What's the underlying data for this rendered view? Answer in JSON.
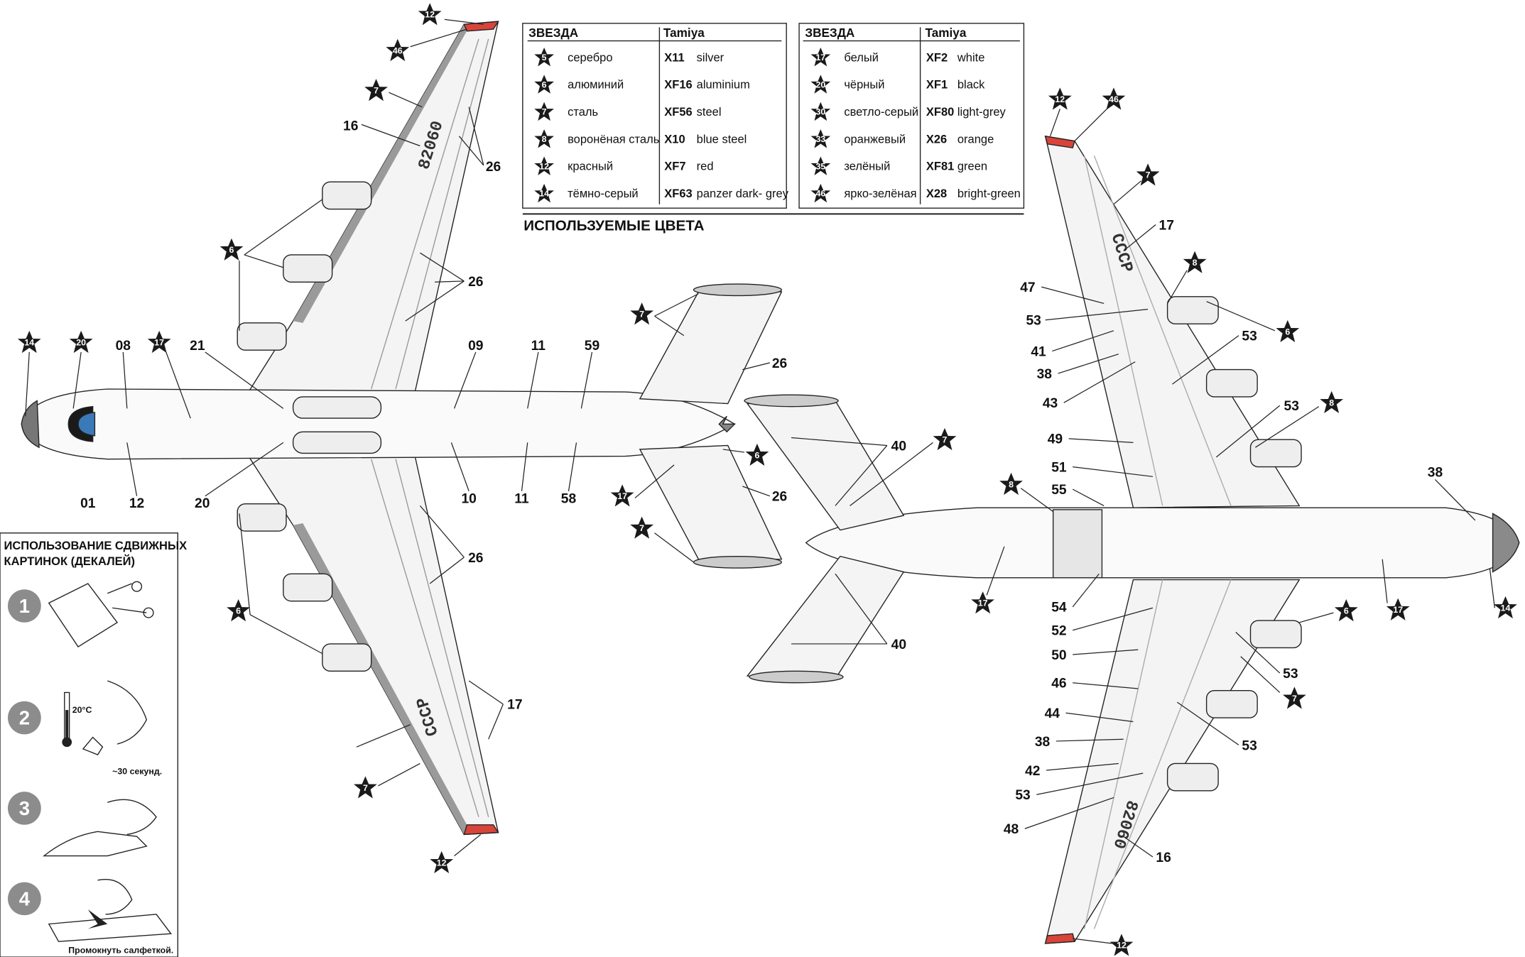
{
  "color_table_1": {
    "header_brand": "ЗВЕЗДА",
    "header_alt": "Tamiya",
    "rows": [
      {
        "num": "5",
        "name": "серебро",
        "code": "X11",
        "alt": "silver"
      },
      {
        "num": "6",
        "name": "алюминий",
        "code": "XF16",
        "alt": "aluminium"
      },
      {
        "num": "7",
        "name": "сталь",
        "code": "XF56",
        "alt": "steel"
      },
      {
        "num": "8",
        "name": "воронёная сталь",
        "code": "X10",
        "alt": "blue steel"
      },
      {
        "num": "12",
        "name": "красный",
        "code": "XF7",
        "alt": "red"
      },
      {
        "num": "14",
        "name": "тёмно-серый",
        "code": "XF63",
        "alt": "panzer dark- grey"
      }
    ]
  },
  "color_table_2": {
    "header_brand": "ЗВЕЗДА",
    "header_alt": "Tamiya",
    "rows": [
      {
        "num": "17",
        "name": "белый",
        "code": "XF2",
        "alt": "white"
      },
      {
        "num": "20",
        "name": "чёрный",
        "code": "XF1",
        "alt": "black"
      },
      {
        "num": "30",
        "name": "светло-серый",
        "code": "XF80",
        "alt": "light-grey"
      },
      {
        "num": "33",
        "name": "оранжевый",
        "code": "X26",
        "alt": "orange"
      },
      {
        "num": "35",
        "name": "зелёный",
        "code": "XF81",
        "alt": "green"
      },
      {
        "num": "46",
        "name": "ярко-зелёная",
        "code": "X28",
        "alt": "bright-green"
      }
    ]
  },
  "colors_caption": "ИСПОЛЬЗУЕМЫЕ ЦВЕТА",
  "decal_box": {
    "title_line1": "ИСПОЛЬЗОВАНИЕ СДВИЖНЫХ",
    "title_line2": "КАРТИНОК (ДЕКАЛЕЙ)",
    "steps": [
      "1",
      "2",
      "3",
      "4"
    ],
    "temp_note": "20°C",
    "time_note": "~30 секунд.",
    "blot_note": "Промокнуть салфеткой."
  },
  "registrations": {
    "top_wing_upper": "82060",
    "top_wing_lower": "СССР",
    "bottom_wing_upper": "СССР",
    "bottom_wing_lower": "82060"
  },
  "callouts_top_view": {
    "stars": [
      "12",
      "46",
      "7",
      "6",
      "14",
      "20",
      "17",
      "6",
      "7",
      "12",
      "7",
      "6",
      "17",
      "7"
    ],
    "numbers": [
      "16",
      "26",
      "26",
      "08",
      "21",
      "09",
      "11",
      "59",
      "01",
      "12",
      "20",
      "10",
      "11",
      "58",
      "26",
      "26",
      "26",
      "17"
    ]
  },
  "callouts_bottom_view": {
    "stars": [
      "12",
      "46",
      "7",
      "8",
      "6",
      "8",
      "7",
      "8",
      "17",
      "6",
      "17",
      "14",
      "7",
      "12"
    ],
    "numbers": [
      "17",
      "47",
      "53",
      "41",
      "38",
      "43",
      "53",
      "53",
      "49",
      "51",
      "55",
      "40",
      "40",
      "38",
      "54",
      "52",
      "50",
      "46",
      "44",
      "38",
      "42",
      "53",
      "48",
      "53",
      "53",
      "16"
    ]
  },
  "palette": {
    "star": "#1a1a1a",
    "red_tip": "#d8443a",
    "grey_stripe": "#9a9a9a",
    "nose": "#8a8a8a",
    "step_circle": "#8c8c8c",
    "glass": "#3b7ab8"
  }
}
